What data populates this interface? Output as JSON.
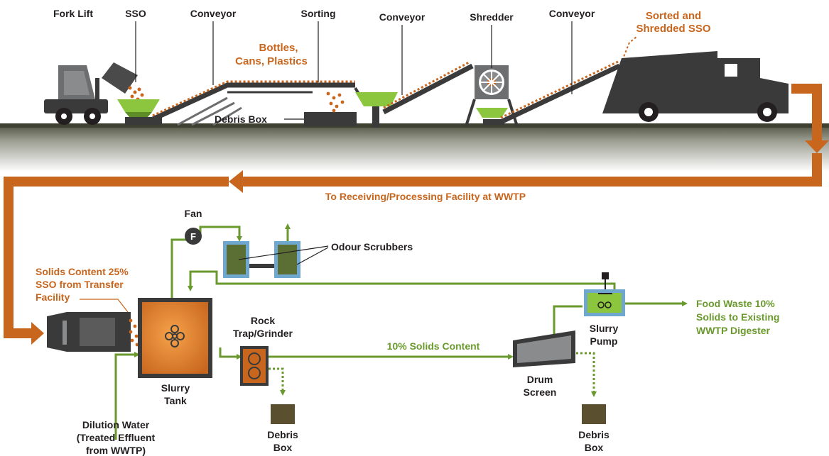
{
  "labels": {
    "fork_lift": "Fork Lift",
    "sso": "SSO",
    "conveyor_1": "Conveyor",
    "sorting": "Sorting",
    "conveyor_2": "Conveyor",
    "shredder": "Shredder",
    "conveyor_3": "Conveyor",
    "sorted_line1": "Sorted and",
    "sorted_line2": "Shredded SSO",
    "bottles_line1": "Bottles,",
    "bottles_line2": "Cans, Plastics",
    "debris_box_top": "Debris Box",
    "route_text": "To Receiving/Processing Facility at WWTP",
    "fan": "Fan",
    "fan_letter": "F",
    "odour_scrubbers": "Odour Scrubbers",
    "solids_line1": "Solids Content 25%",
    "solids_line2": "SSO from Transfer",
    "solids_line3": "Facility",
    "rock_line1": "Rock",
    "rock_line2": "Trap/Grinder",
    "ten_percent": "10% Solids Content",
    "food_line1": "Food Waste 10%",
    "food_line2": "Solids to Existing",
    "food_line3": "WWTP Digester",
    "slurry_pump_line1": "Slurry",
    "slurry_pump_line2": "Pump",
    "slurry_tank_line1": "Slurry",
    "slurry_tank_line2": "Tank",
    "drum_line1": "Drum",
    "drum_line2": "Screen",
    "dilution_line1": "Dilution Water",
    "dilution_line2": "(Treated Effluent",
    "dilution_line3": "from WWTP)",
    "debris1_line1": "Debris",
    "debris1_line2": "Box",
    "debris2_line1": "Debris",
    "debris2_line2": "Box"
  },
  "colors": {
    "orange": "#c8661e",
    "green": "#6a9a2e",
    "lime": "#8cc63f",
    "dark": "#3a3a3a",
    "mid": "#5b5b5b",
    "blue_frame": "#6fa7cf",
    "scrubber_fill": "#5b6e34",
    "debris_fill": "#5a5030",
    "text": "#231f20"
  }
}
